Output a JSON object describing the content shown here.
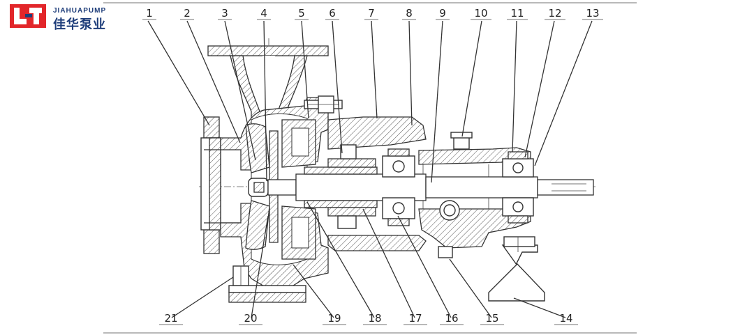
{
  "brand": {
    "latin": "JIAHUAPUMP",
    "chinese": "佳华泵业",
    "logo_color": "#e2262a",
    "text_color": "#1e3d7a"
  },
  "callouts": {
    "top": [
      "1",
      "2",
      "3",
      "4",
      "5",
      "6",
      "7",
      "8",
      "9",
      "10",
      "11",
      "12",
      "13"
    ],
    "bottom": [
      "21",
      "20",
      "19",
      "18",
      "17",
      "16",
      "15",
      "14"
    ]
  }
}
